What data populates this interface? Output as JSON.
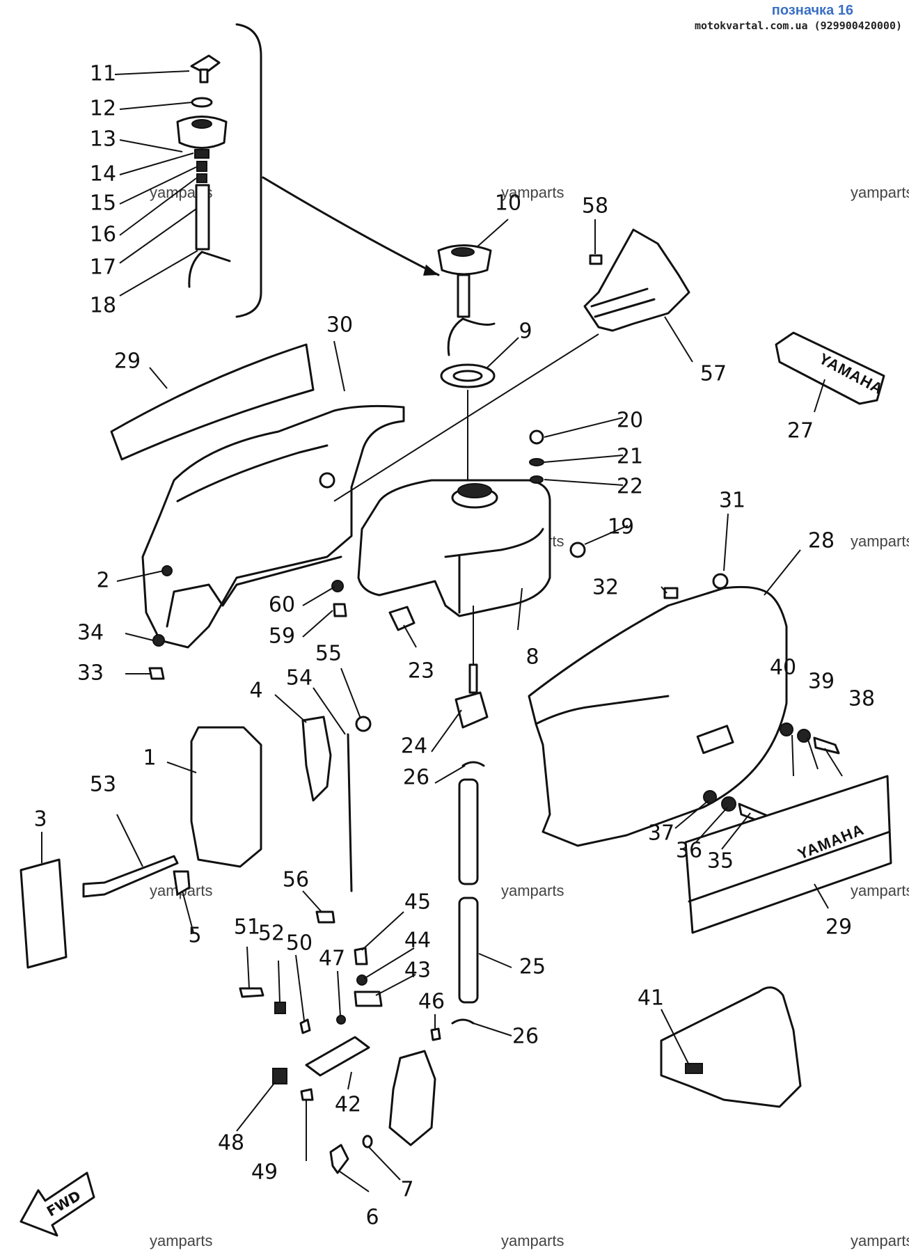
{
  "header": {
    "title": "позначка 16",
    "subtitle": "motokvartal.com.ua (929900420000)"
  },
  "watermark": "yamparts",
  "brand_texts": {
    "decal_lower": "YAMAHA",
    "decal_small": "YAMAHA"
  },
  "arrow_label": "FWD",
  "callouts": [
    "1",
    "2",
    "3",
    "4",
    "5",
    "6",
    "7",
    "8",
    "9",
    "10",
    "11",
    "12",
    "13",
    "14",
    "15",
    "16",
    "17",
    "18",
    "19",
    "20",
    "21",
    "22",
    "23",
    "24",
    "25",
    "26",
    "26",
    "27",
    "28",
    "29",
    "29",
    "30",
    "31",
    "32",
    "33",
    "34",
    "35",
    "36",
    "37",
    "38",
    "39",
    "40",
    "41",
    "42",
    "43",
    "44",
    "45",
    "46",
    "47",
    "48",
    "49",
    "50",
    "51",
    "52",
    "53",
    "54",
    "55",
    "56",
    "57",
    "58",
    "59",
    "60"
  ]
}
